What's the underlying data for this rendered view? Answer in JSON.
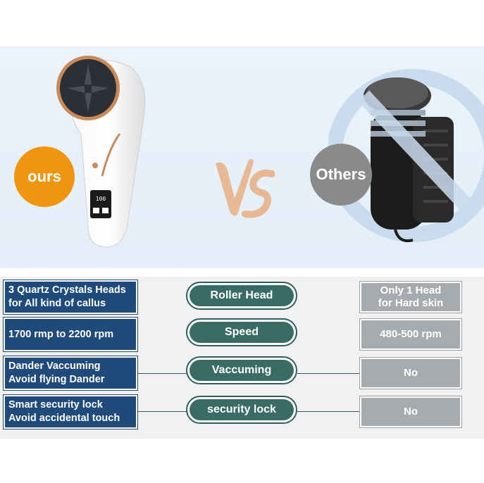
{
  "badges": {
    "ours": "ours",
    "others": "Others"
  },
  "vs_text": "VS",
  "colors": {
    "ours": "#f0950f",
    "others": "#8a8a8a",
    "left_cell": "#1f4a7a",
    "pill": "#3a6b64",
    "right_cell": "#a7abad"
  },
  "rows": [
    {
      "ours_line1": "3 Quartz Crystals Heads",
      "ours_line2": "for All kind of callus",
      "feature": "Roller Head",
      "others_line1": "Only 1 Head",
      "others_line2": "for Hard skin"
    },
    {
      "ours_line1": "1700 rmp to 2200 rpm",
      "ours_line2": "",
      "feature": "Speed",
      "others_line1": "480-500 rpm",
      "others_line2": ""
    },
    {
      "ours_line1": "Dander Vaccuming",
      "ours_line2": "Avoid flying Dander",
      "feature": "Vaccuming",
      "others_line1": "No",
      "others_line2": ""
    },
    {
      "ours_line1": "Smart security lock",
      "ours_line2": "Avoid accidental touch",
      "feature": "security lock",
      "others_line1": "No",
      "others_line2": ""
    }
  ]
}
